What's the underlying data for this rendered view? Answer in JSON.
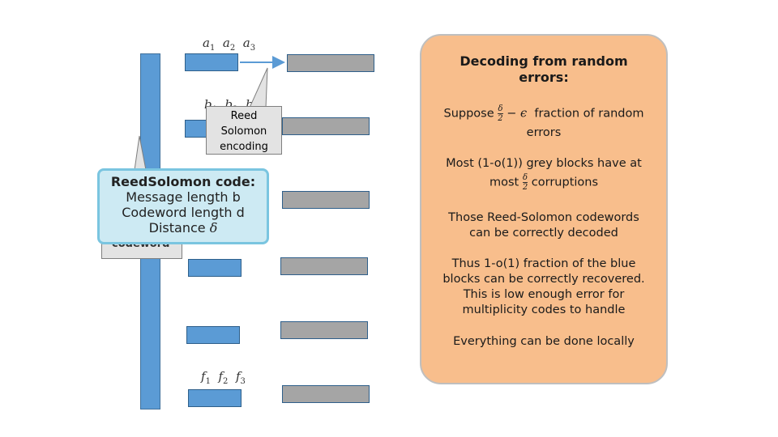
{
  "left_diagram": {
    "row_a_symbols": [
      "a",
      "a",
      "a"
    ],
    "row_a_subscripts": [
      "1",
      "2",
      "3"
    ],
    "row_b_symbols": [
      "b",
      "b",
      "b"
    ],
    "row_b_subscripts": [
      "1",
      "2",
      "3"
    ],
    "row_f_symbols": [
      "f",
      "f",
      "f"
    ],
    "row_f_subscripts": [
      "1",
      "2",
      "3"
    ],
    "rs_callout": [
      "Reed",
      "Solomon",
      "encoding"
    ],
    "hidden_callout_text": "codeword"
  },
  "rs_code_box": {
    "title": "ReedSolomon code:",
    "line1": "Message length b",
    "line2": "Codeword length d",
    "line3_prefix": "Distance ",
    "line3_symbol": "δ"
  },
  "panel": {
    "title_line1": "Decoding from random",
    "title_line2": "errors:",
    "p1_prefix": "Suppose",
    "p1_frac_num": "δ",
    "p1_frac_den": "2",
    "p1_minus_eps": "− ϵ",
    "p1_suffix": "fraction of random",
    "p1_line2": "errors",
    "p2_line1": "Most (1-o(1))  grey blocks have at",
    "p2_prefix": "most",
    "p2_frac_num": "δ",
    "p2_frac_den": "2",
    "p2_suffix": "corruptions",
    "p3_line1": "Those Reed-Solomon codewords",
    "p3_line2": "can be correctly decoded",
    "p4_line1": "Thus 1-o(1) fraction of the blue",
    "p4_line2": "blocks can be correctly recovered.",
    "p4_line3": "This is low enough error for",
    "p4_line4": "multiplicity codes to handle",
    "p5": "Everything can be done locally"
  },
  "colors": {
    "blue_block": "#5b9bd5",
    "grey_block": "#a5a5a5",
    "panel_fill": "#f8be8c",
    "info_box_fill": "#cdeaf3",
    "info_box_border": "#7ac5e0"
  }
}
